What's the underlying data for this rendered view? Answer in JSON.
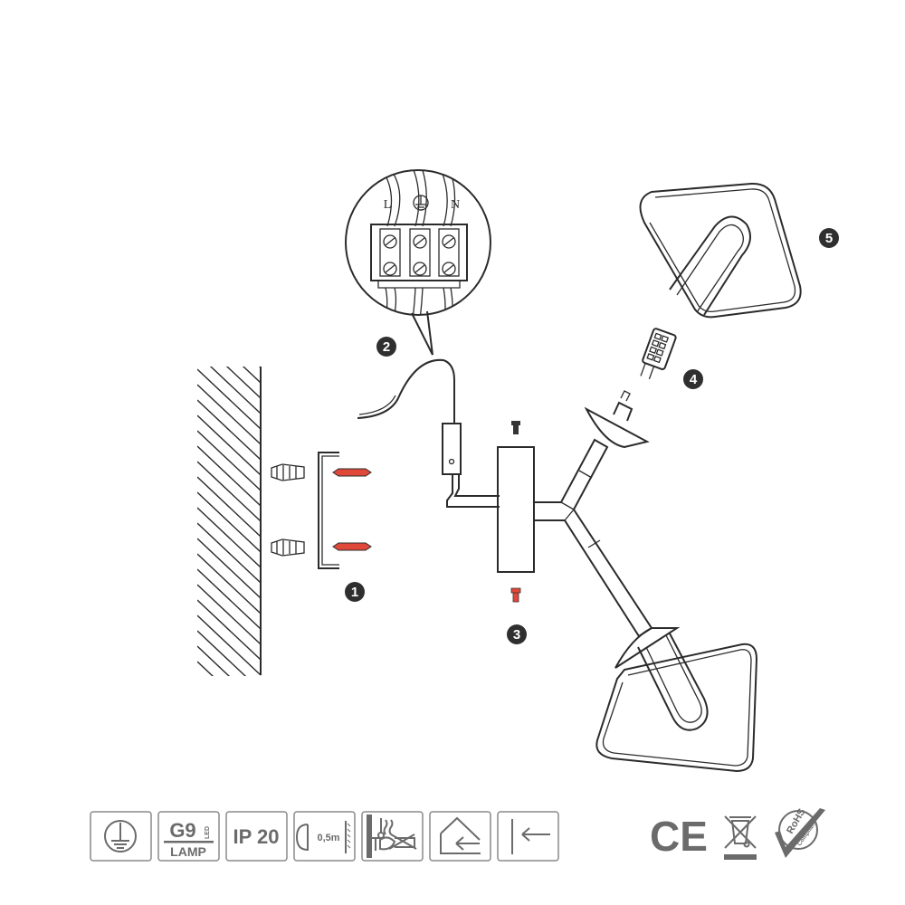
{
  "terminal_labels": {
    "live": "L",
    "neutral": "N"
  },
  "steps": [
    "1",
    "2",
    "3",
    "4",
    "5"
  ],
  "symbols": {
    "bulb_type": "G9",
    "bulb_sub": "LED",
    "bulb_lamp": "LAMP",
    "ip_rating": "IP 20",
    "distance": "0,5m",
    "ce": "CE",
    "rohs": "RoHS",
    "rohs_sub": "Compliant"
  },
  "colors": {
    "line": "#2b2b2b",
    "screw": "#e0483a",
    "icon": "#6b6b6b"
  }
}
